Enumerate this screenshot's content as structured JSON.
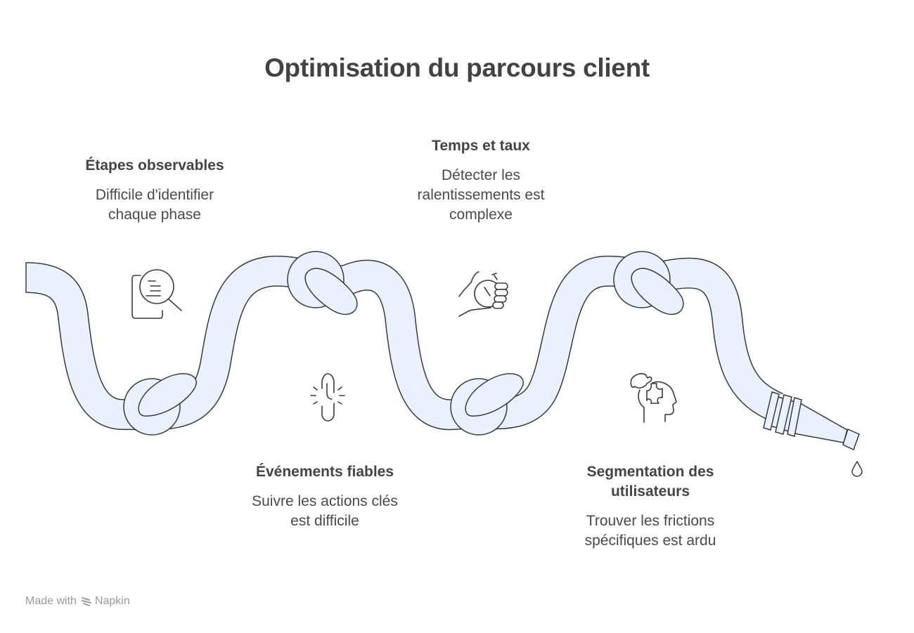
{
  "title": "Optimisation du parcours client",
  "steps": [
    {
      "heading": "Étapes observables",
      "text_lines": [
        "Difficile d'identifier",
        "chaque phase"
      ],
      "icon": "document-magnifier-icon"
    },
    {
      "heading": "Événements fiables",
      "text_lines": [
        "Suivre les actions clés",
        "est difficile"
      ],
      "icon": "broken-chain-link-icon"
    },
    {
      "heading": "Temps et taux",
      "text_lines": [
        "Détecter les",
        "ralentissements est",
        "complexe"
      ],
      "icon": "hand-stopwatch-icon"
    },
    {
      "heading": "Segmentation des utilisateurs",
      "text_lines": [
        "Trouver les frictions",
        "spécifiques est ardu"
      ],
      "icon": "head-puzzle-icon"
    }
  ],
  "footer": {
    "prefix": "Made with",
    "brand": "Napkin"
  },
  "colors": {
    "hose_fill": "#eaf1fd",
    "stroke": "#3a3a3a",
    "text": "#444444"
  }
}
